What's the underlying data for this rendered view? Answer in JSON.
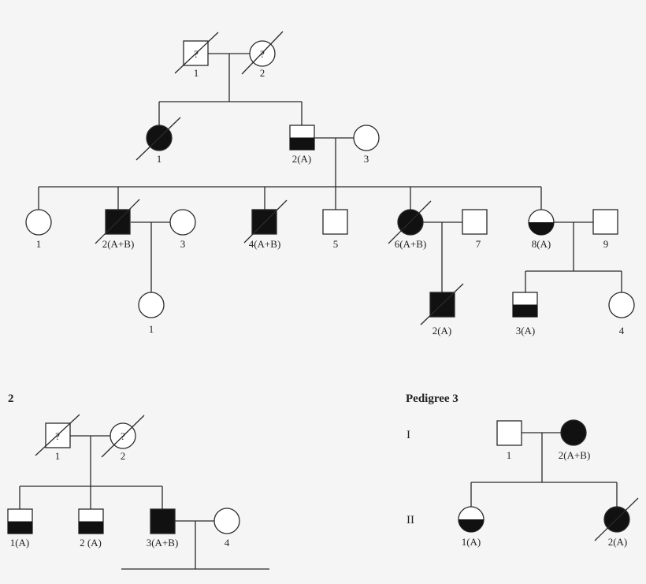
{
  "pedigree1": {
    "gen1": [
      {
        "label": "1",
        "mark": "?"
      },
      {
        "label": "2",
        "mark": "?"
      }
    ],
    "gen2": [
      {
        "label": "1"
      },
      {
        "label": "2(A)"
      },
      {
        "label": "3"
      }
    ],
    "gen3": [
      {
        "label": "1"
      },
      {
        "label": "2(A+B)"
      },
      {
        "label": "3"
      },
      {
        "label": "4(A+B)"
      },
      {
        "label": "5"
      },
      {
        "label": "6(A+B)"
      },
      {
        "label": "7"
      },
      {
        "label": "8(A)"
      },
      {
        "label": "9"
      }
    ],
    "gen4": [
      {
        "label": "1"
      },
      {
        "label": "2(A)"
      },
      {
        "label": "3(A)"
      },
      {
        "label": "4"
      }
    ]
  },
  "pedigree2": {
    "title": "2",
    "gen1": [
      {
        "label": "1",
        "mark": "?"
      },
      {
        "label": "2",
        "mark": "?"
      }
    ],
    "gen2": [
      {
        "label": "1(A)"
      },
      {
        "label": "2 (A)"
      },
      {
        "label": "3(A+B)"
      },
      {
        "label": "4"
      }
    ]
  },
  "pedigree3": {
    "title": "Pedigree 3",
    "gen_labels": [
      "I",
      "II"
    ],
    "gen1": [
      {
        "label": "1"
      },
      {
        "label": "2(A+B)"
      }
    ],
    "gen2": [
      {
        "label": "1(A)"
      },
      {
        "label": "2(A)"
      }
    ]
  },
  "colors": {
    "stroke": "#2a2a2a",
    "fill_affected": "#111111",
    "fill_unaffected": "#ffffff",
    "background": "#f5f5f5"
  }
}
